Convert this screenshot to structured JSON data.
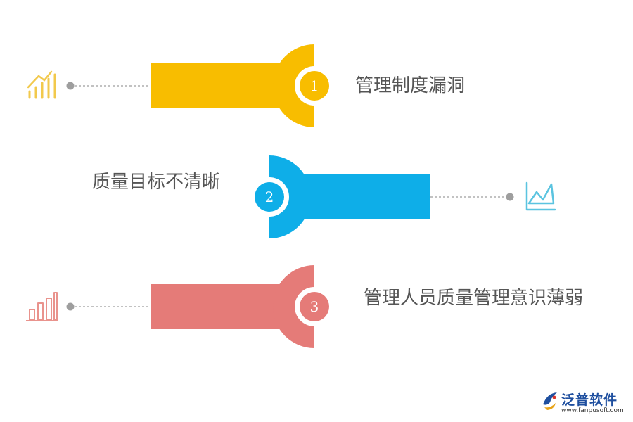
{
  "items": [
    {
      "number": "1",
      "label": "管理制度漏洞",
      "color": "#f8bd00",
      "icon": "bar-chart-rising-icon",
      "icon_color": "#f2c94c"
    },
    {
      "number": "2",
      "label": "质量目标不清晰",
      "color": "#0eaee8",
      "icon": "area-line-chart-icon",
      "icon_color": "#5bc4e0"
    },
    {
      "number": "3",
      "label": "管理人员质量管理意识薄弱",
      "color": "#e57b78",
      "icon": "bar-chart-icon",
      "icon_color": "#e9938d"
    }
  ],
  "connector_color": "#9e9e9e",
  "logo": {
    "name": "泛普软件",
    "url": "www.fanpusoft.com",
    "icon": "fanpu-logo-icon",
    "color": "#1f4f9f"
  }
}
